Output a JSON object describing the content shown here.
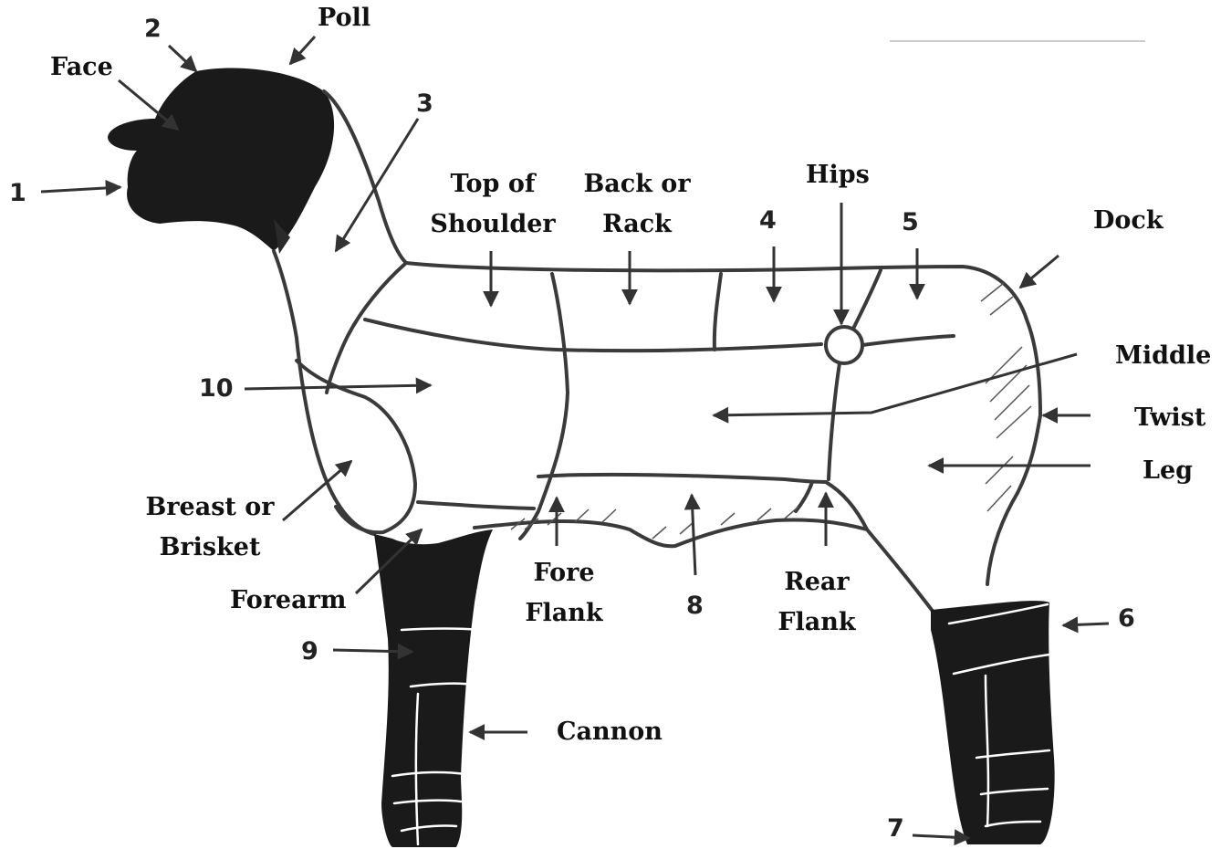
{
  "colors": {
    "ink": "#111111",
    "outline": "#3a3a3a",
    "black_fill": "#1a1a1a",
    "background": "#ffffff"
  },
  "labels": {
    "poll": "Poll",
    "face": "Face",
    "top_of_shoulder_1": "Top of",
    "top_of_shoulder_2": "Shoulder",
    "back_or_rack_1": "Back or",
    "back_or_rack_2": "Rack",
    "hips": "Hips",
    "dock": "Dock",
    "middle": "Middle",
    "twist": "Twist",
    "leg": "Leg",
    "breast_1": "Breast or",
    "breast_2": "Brisket",
    "forearm": "Forearm",
    "fore_flank_1": "Fore",
    "fore_flank_2": "Flank",
    "rear_flank_1": "Rear",
    "rear_flank_2": "Flank",
    "cannon": "Cannon"
  },
  "numbers": {
    "n1": "1",
    "n2": "2",
    "n3": "3",
    "n4": "4",
    "n5": "5",
    "n6": "6",
    "n7": "7",
    "n8": "8",
    "n9": "9",
    "n10": "10"
  }
}
